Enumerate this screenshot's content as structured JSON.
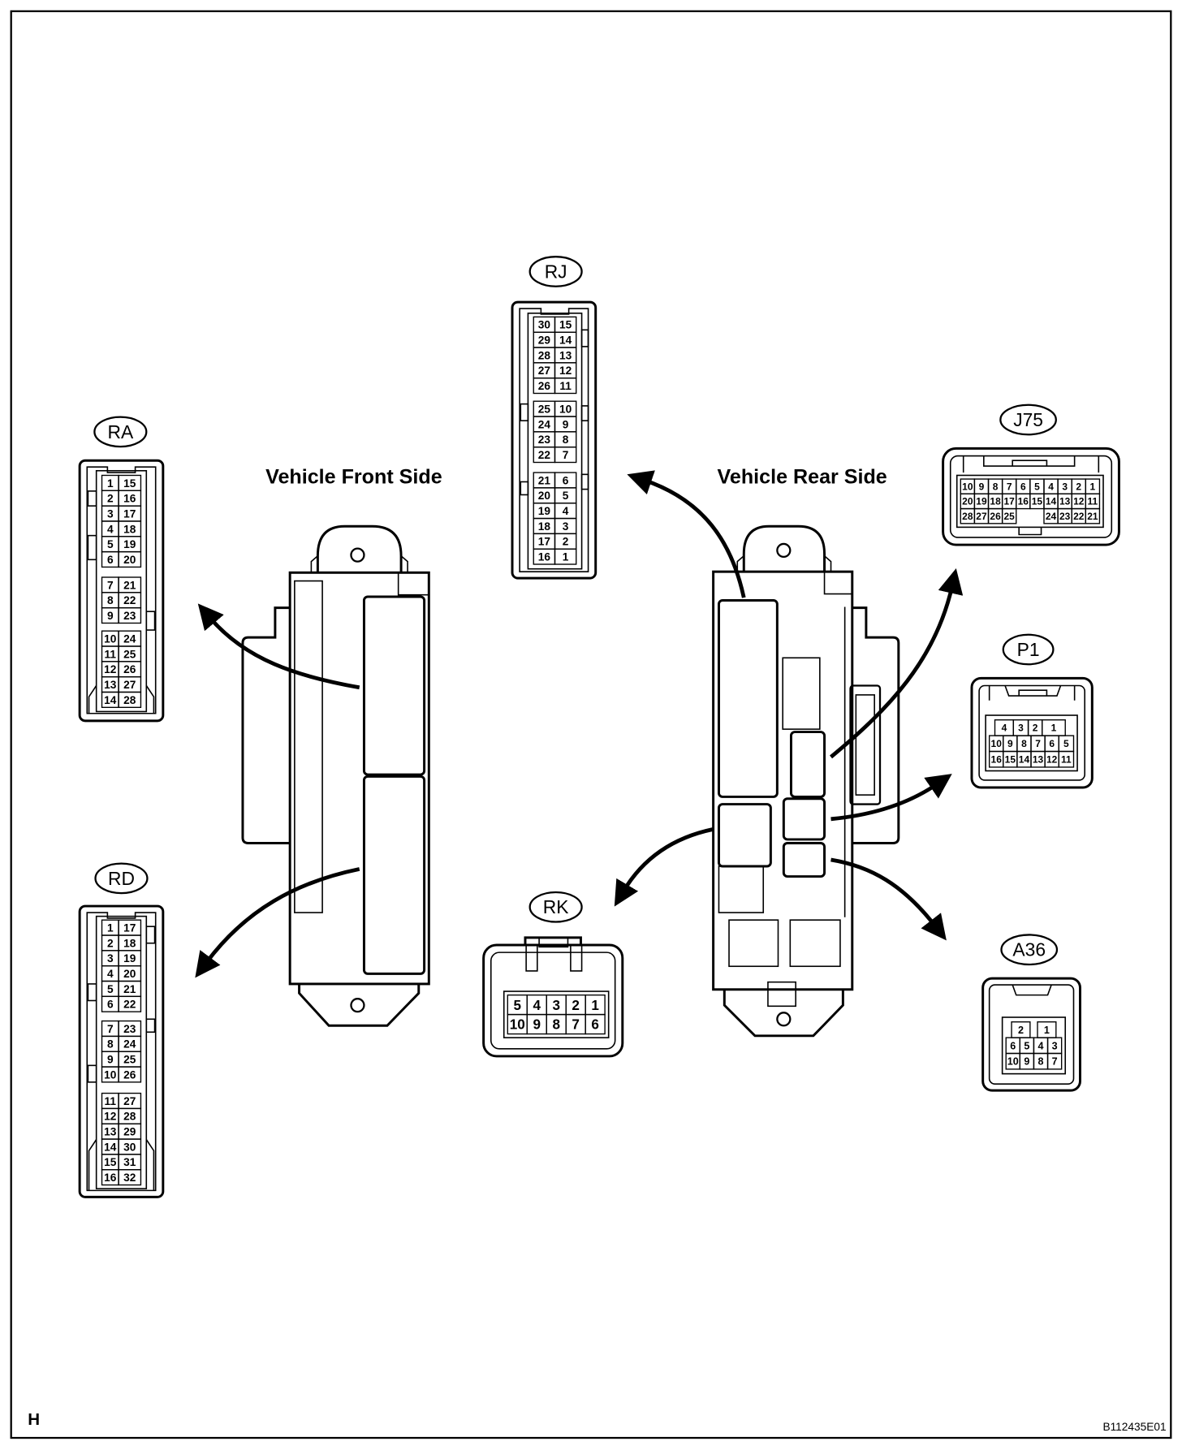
{
  "labels": {
    "front_side": "Vehicle Front Side",
    "rear_side": "Vehicle Rear Side",
    "corner_mark": "H",
    "figure_code": "B112435E01"
  },
  "connectors": {
    "RA": {
      "label": "RA",
      "groups": [
        [
          [
            "1",
            "15"
          ],
          [
            "2",
            "16"
          ],
          [
            "3",
            "17"
          ],
          [
            "4",
            "18"
          ],
          [
            "5",
            "19"
          ],
          [
            "6",
            "20"
          ]
        ],
        [
          [
            "7",
            "21"
          ],
          [
            "8",
            "22"
          ],
          [
            "9",
            "23"
          ]
        ],
        [
          [
            "10",
            "24"
          ],
          [
            "11",
            "25"
          ],
          [
            "12",
            "26"
          ],
          [
            "13",
            "27"
          ],
          [
            "14",
            "28"
          ]
        ]
      ]
    },
    "RD": {
      "label": "RD",
      "groups": [
        [
          [
            "1",
            "17"
          ],
          [
            "2",
            "18"
          ],
          [
            "3",
            "19"
          ],
          [
            "4",
            "20"
          ],
          [
            "5",
            "21"
          ],
          [
            "6",
            "22"
          ]
        ],
        [
          [
            "7",
            "23"
          ],
          [
            "8",
            "24"
          ],
          [
            "9",
            "25"
          ],
          [
            "10",
            "26"
          ]
        ],
        [
          [
            "11",
            "27"
          ],
          [
            "12",
            "28"
          ],
          [
            "13",
            "29"
          ],
          [
            "14",
            "30"
          ],
          [
            "15",
            "31"
          ],
          [
            "16",
            "32"
          ]
        ]
      ]
    },
    "RJ": {
      "label": "RJ",
      "groups": [
        [
          [
            "30",
            "15"
          ],
          [
            "29",
            "14"
          ],
          [
            "28",
            "13"
          ],
          [
            "27",
            "12"
          ],
          [
            "26",
            "11"
          ]
        ],
        [
          [
            "25",
            "10"
          ],
          [
            "24",
            "9"
          ],
          [
            "23",
            "8"
          ],
          [
            "22",
            "7"
          ]
        ],
        [
          [
            "21",
            "6"
          ],
          [
            "20",
            "5"
          ],
          [
            "19",
            "4"
          ],
          [
            "18",
            "3"
          ],
          [
            "17",
            "2"
          ],
          [
            "16",
            "1"
          ]
        ]
      ]
    },
    "J75": {
      "label": "J75",
      "rows": [
        [
          "10",
          "9",
          "8",
          "7",
          "6",
          "5",
          "4",
          "3",
          "2",
          "1"
        ],
        [
          "20",
          "19",
          "18",
          "17",
          "16",
          "15",
          "14",
          "13",
          "12",
          "11"
        ],
        [
          "28",
          "27",
          "26",
          "25",
          "24",
          "23",
          "22",
          "21"
        ]
      ]
    },
    "P1": {
      "label": "P1",
      "rows": [
        [
          "4",
          "3",
          "2",
          "1"
        ],
        [
          "10",
          "9",
          "8",
          "7",
          "6",
          "5"
        ],
        [
          "16",
          "15",
          "14",
          "13",
          "12",
          "11"
        ]
      ]
    },
    "RK": {
      "label": "RK",
      "rows": [
        [
          "5",
          "4",
          "3",
          "2",
          "1"
        ],
        [
          "10",
          "9",
          "8",
          "7",
          "6"
        ]
      ]
    },
    "A36": {
      "label": "A36",
      "rows": [
        [
          "2",
          "1"
        ],
        [
          "6",
          "5",
          "4",
          "3"
        ],
        [
          "10",
          "9",
          "8",
          "7"
        ]
      ]
    }
  }
}
